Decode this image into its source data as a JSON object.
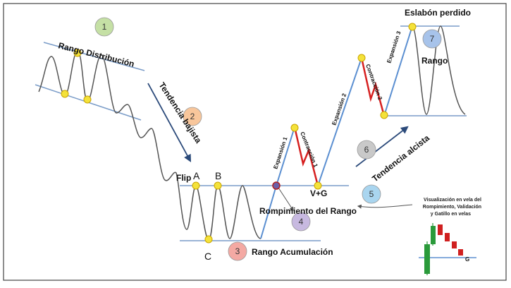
{
  "labels": {
    "rango_distribucion": "Rango Distribución",
    "tendencia_bajista": "Tendencia bajista",
    "flip": "Flip",
    "point_a": "A",
    "point_b": "B",
    "point_c": "C",
    "rango_acumulacion": "Rango Acumulación",
    "expansion_1": "Expansión 1",
    "contraccion_1": "Contracción 1",
    "vg": "V+G",
    "rompimiento_del_rango": "Rompimiento del Rango",
    "expansion_2": "Expansión 2",
    "expansion_3": "Expansión 3",
    "contraccion_2": "Contracción 2",
    "eslabon_perdido": "Eslabón perdido",
    "rango": "Rango",
    "tendencia_alcista": "Tendencia alcista",
    "visualizacion_1": "Visualización en vela del",
    "visualizacion_2": "Rompimiento, Validación",
    "visualizacion_3": "y Gatillo en velas",
    "candle_g": "G"
  },
  "steps": [
    {
      "number": "1",
      "color": "#c5e0a5"
    },
    {
      "number": "2",
      "color": "#f8c69b"
    },
    {
      "number": "3",
      "color": "#f4a9a3"
    },
    {
      "number": "4",
      "color": "#c7b9e0"
    },
    {
      "number": "5",
      "color": "#a9d5ef"
    },
    {
      "number": "6",
      "color": "#c9c9c9"
    },
    {
      "number": "7",
      "color": "#a7c3ea"
    }
  ],
  "colors": {
    "price_line": "#555555",
    "range_line": "#7a9cc8",
    "impulse_line": "#5b8fd1",
    "contraction_line": "#d62020",
    "pivot_fill": "#f4e23a",
    "pivot_stroke": "#c9a400",
    "arrow": "#2b4a7a",
    "candle_green": "#2a9a3a",
    "candle_red": "#d02020",
    "frame": "#444444"
  }
}
